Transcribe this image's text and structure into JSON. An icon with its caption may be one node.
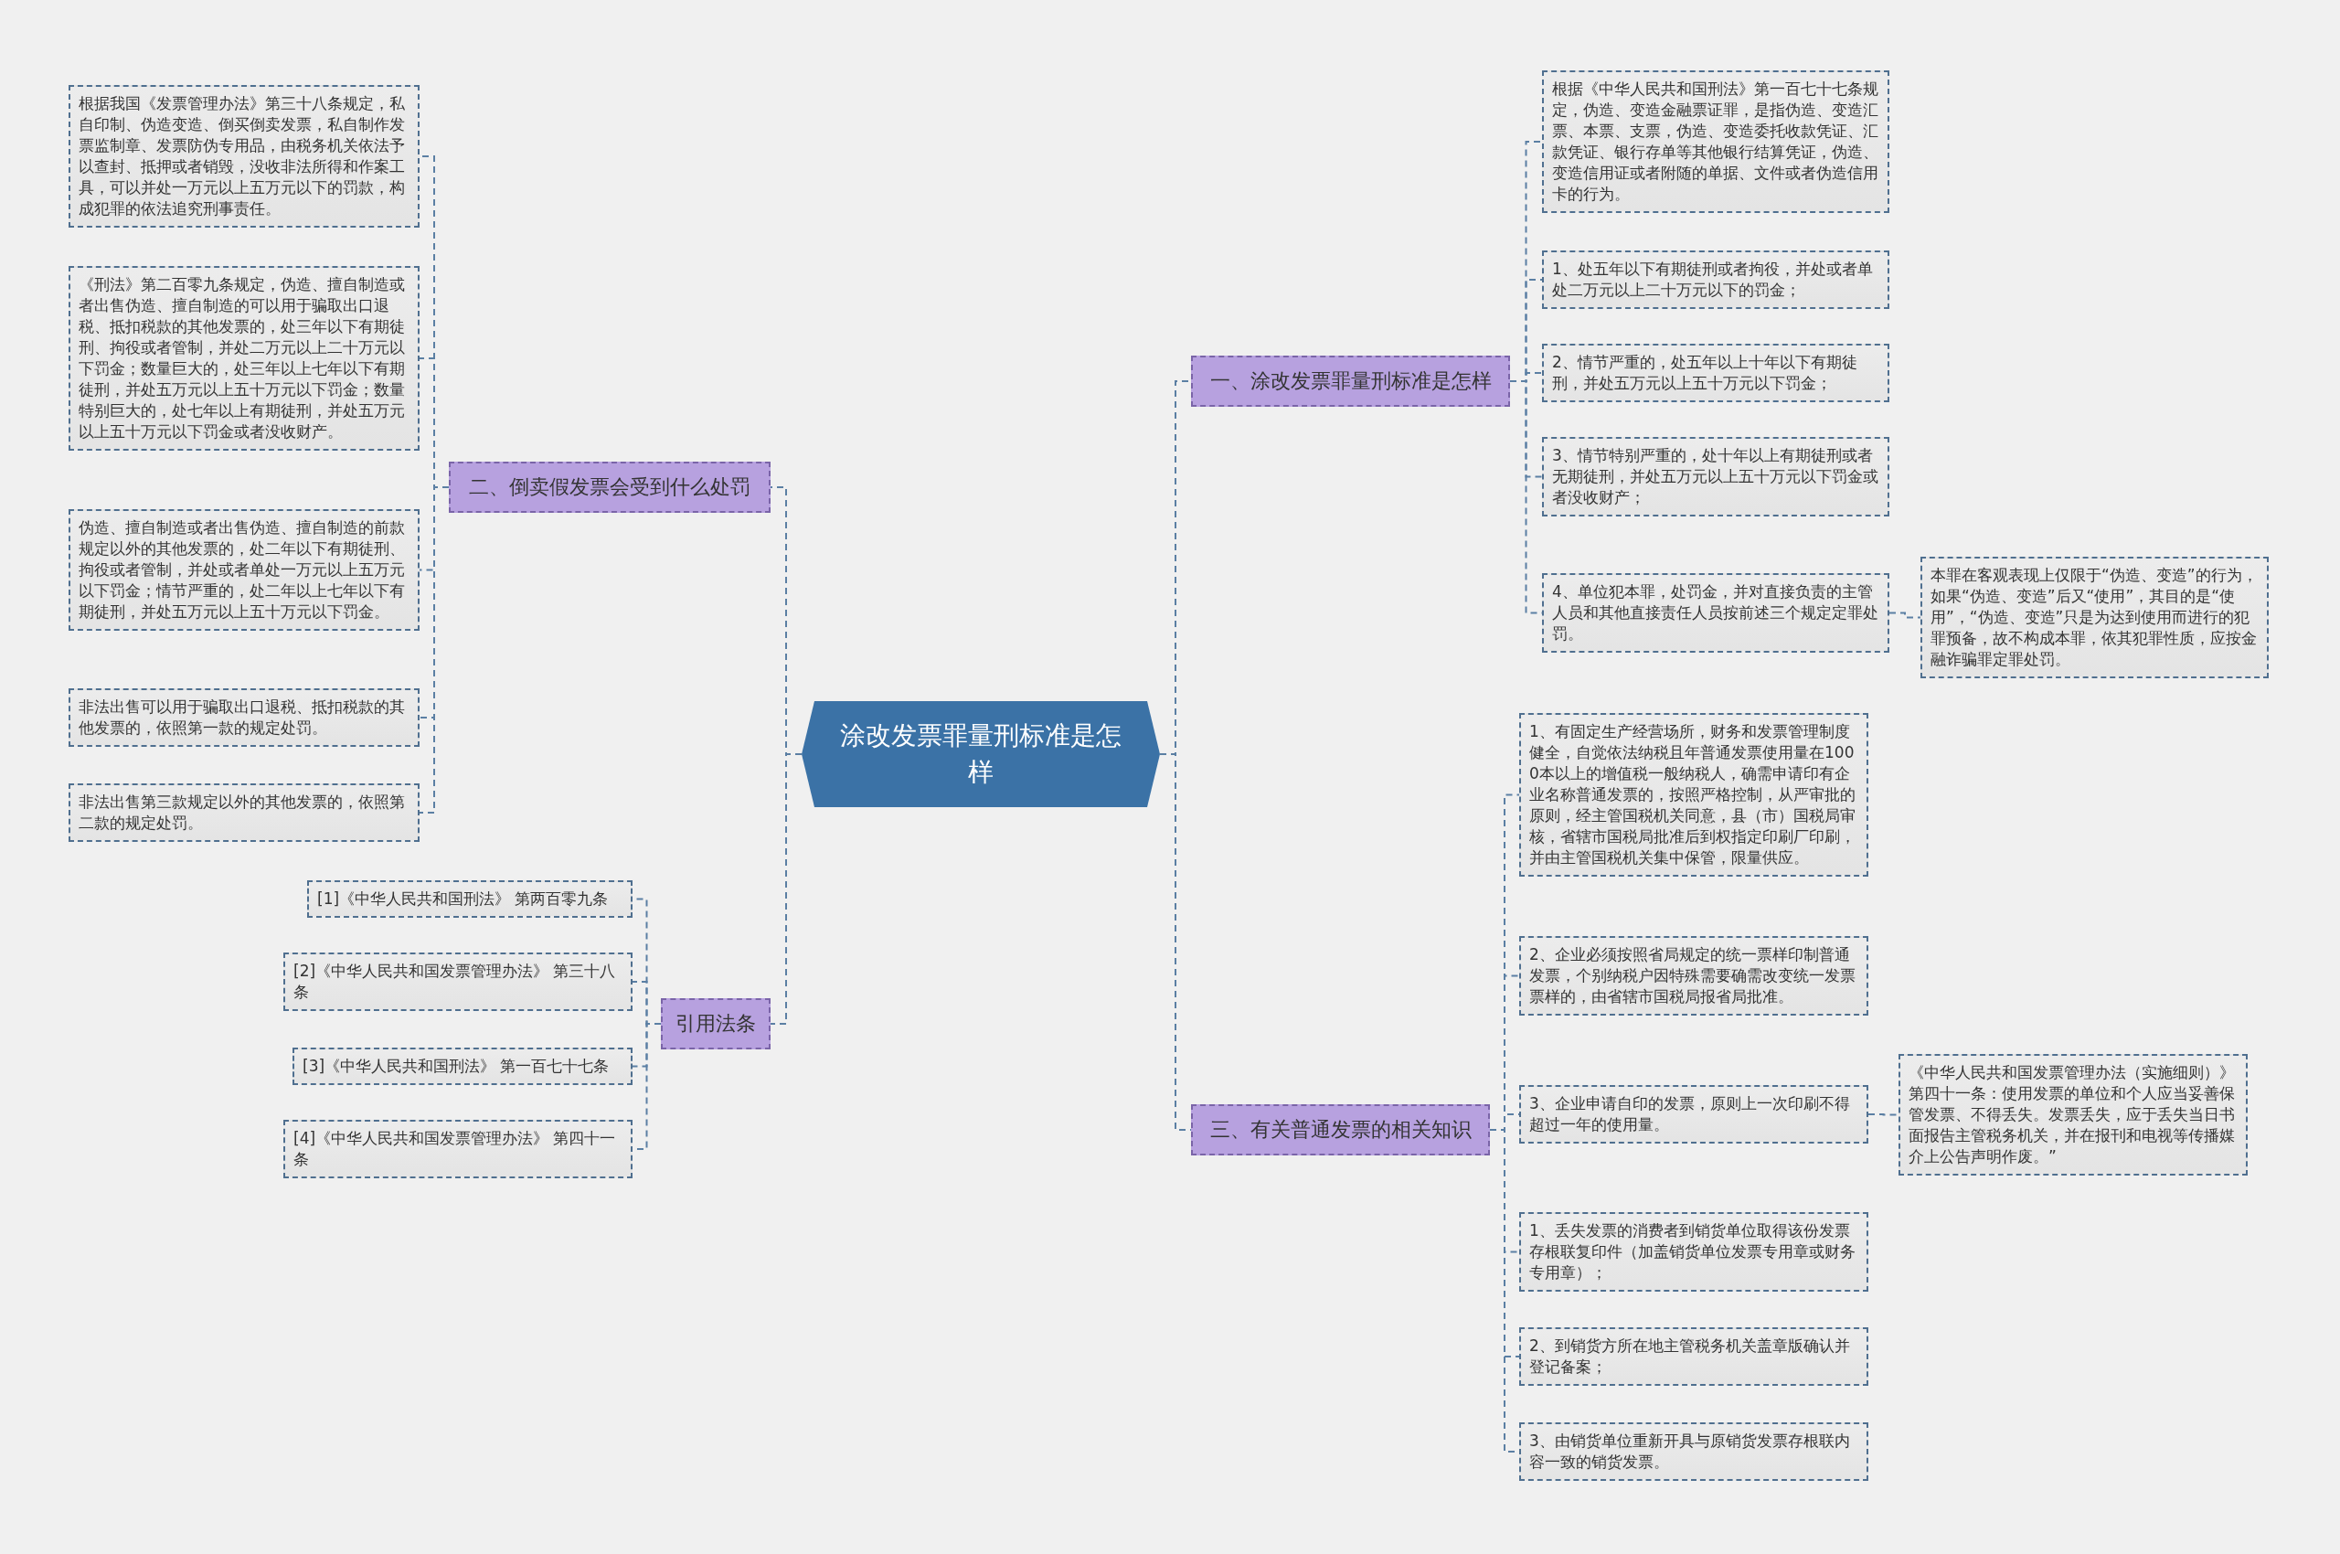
{
  "diagram": {
    "nodes": [
      {
        "text": [
          "涂改发票罪量刑标准是怎样"
        ]
      },
      {
        "text": [
          "一、涂改发票罪量刑标准是怎样"
        ]
      },
      {
        "text": [
          "根据《中华人民共和国刑法》第一百七十七条规定，伪造、变造金融票证罪，是指伪造、变造汇票、本票、支票，伪造、变造委托收款凭证、汇款凭证、银行存单等其他银行结算凭证，伪造、变造信用证或者附随的单据、文件或者伪造信用卡的行为。"
        ]
      },
      {
        "text": [
          "1、处五年以下有期徒刑或者拘役，并处或者单处二万元以上二十万元以下的罚金；"
        ]
      },
      {
        "text": [
          "2、情节严重的，处五年以上十年以下有期徒刑，并处五万元以上五十万元以下罚金；"
        ]
      },
      {
        "text": [
          "3、情节特别严重的，处十年以上有期徒刑或者无期徒刑，并处五万元以上五十万元以下罚金或者没收财产；"
        ]
      },
      {
        "text": [
          "4、单位犯本罪，处罚金，并对直接负责的主管人员和其他直接责任人员按前述三个规定定罪处罚。"
        ]
      },
      {
        "text": [
          "本罪在客观表现上仅限于“伪造、变造”的行为，如果“伪造、变造”后又“使用”，其目的是“使用”，“伪造、变造”只是为达到使用而进行的犯罪预备，故不构成本罪，依其犯罪性质，应按金融诈骗罪定罪处罚。"
        ]
      },
      {
        "text": [
          "三、有关普通发票的相关知识"
        ]
      },
      {
        "text": [
          "1、有固定生产经营场所，财务和发票管理制度健全，自觉依法纳税且年普通发票使用量在1000本以上的增值税一般纳税人，确需申请印有企业名称普通发票的，按照严格控制，从严审批的原则，经主管国税机关同意，县（市）国税局审核，省辖市国税局批准后到权指定印刷厂印刷，并由主管国税机关集中保管，限量供应。"
        ]
      },
      {
        "text": [
          "2、企业必须按照省局规定的统一票样印制普通发票，个别纳税户因特殊需要确需改变统一发票票样的，由省辖市国税局报省局批准。"
        ]
      },
      {
        "text": [
          "3、企业申请自印的发票，原则上一次印刷不得超过一年的使用量。"
        ]
      },
      {
        "text": [
          "《中华人民共和国发票管理办法（实施细则）》第四十一条：使用发票的单位和个人应当妥善保管发票、不得丢失。发票丢失，应于丢失当日书面报告主管税务机关，并在报刊和电视等传播媒介上公告声明作废。”"
        ]
      },
      {
        "text": [
          "1、丢失发票的消费者到销货单位取得该份发票存根联复印件（加盖销货单位发票专用章或财务专用章）；"
        ]
      },
      {
        "text": [
          "2、到销货方所在地主管税务机关盖章版确认并登记备案；"
        ]
      },
      {
        "text": [
          "3、由销货单位重新开具与原销货发票存根联内容一致的销货发票。"
        ]
      },
      {
        "text": [
          "二、倒卖假发票会受到什么处罚"
        ]
      },
      {
        "text": [
          "根据我国《发票管理办法》第三十八条规定，私自印制、伪造变造、倒买倒卖发票，私自制作发票监制章、发票防伪专用品，由税务机关依法予以查封、抵押或者销毁，没收非法所得和作案工具，可以并处一万元以上五万元以下的罚款，构成犯罪的依法追究刑事责任。"
        ]
      },
      {
        "text": [
          "《刑法》第二百零九条规定，伪造、擅自制造或者出售伪造、擅自制造的可以用于骗取出口退税、抵扣税款的其他发票的，处三年以下有期徒刑、拘役或者管制，并处二万元以上二十万元以下罚金；数量巨大的，处三年以上七年以下有期徒刑，并处五万元以上五十万元以下罚金；数量特别巨大的，处七年以上有期徒刑，并处五万元以上五十万元以下罚金或者没收财产。"
        ]
      },
      {
        "text": [
          "伪造、擅自制造或者出售伪造、擅自制造的前款规定以外的其他发票的，处二年以下有期徒刑、拘役或者管制，并处或者单处一万元以上五万元以下罚金；情节严重的，处二年以上七年以下有期徒刑，并处五万元以上五十万元以下罚金。"
        ]
      },
      {
        "text": [
          "非法出售可以用于骗取出口退税、抵扣税款的其他发票的，依照第一款的规定处罚。"
        ]
      },
      {
        "text": [
          "非法出售第三款规定以外的其他发票的，依照第二款的规定处罚。"
        ]
      },
      {
        "text": [
          "引用法条"
        ]
      },
      {
        "text": [
          "[1]《中华人民共和国刑法》 第两百零九条"
        ]
      },
      {
        "text": [
          "[2]《中华人民共和国发票管理办法》 第三十八条"
        ]
      },
      {
        "text": [
          "[3]《中华人民共和国刑法》 第一百七十七条"
        ]
      },
      {
        "text": [
          "[4]《中华人民共和国发票管理办法》 第四十一条"
        ]
      }
    ],
    "edges": [
      {
        "from": 0,
        "to": 1,
        "arrow": "none",
        "style": "dashed"
      },
      {
        "from": 1,
        "to": 2,
        "arrow": "none",
        "style": "dashed"
      },
      {
        "from": 1,
        "to": 3,
        "arrow": "none",
        "style": "dashed"
      },
      {
        "from": 1,
        "to": 4,
        "arrow": "none",
        "style": "dashed"
      },
      {
        "from": 1,
        "to": 5,
        "arrow": "none",
        "style": "dashed"
      },
      {
        "from": 1,
        "to": 6,
        "arrow": "none",
        "style": "dashed"
      },
      {
        "from": 6,
        "to": 7,
        "arrow": "none",
        "style": "dashed"
      },
      {
        "from": 0,
        "to": 8,
        "arrow": "none",
        "style": "dashed"
      },
      {
        "from": 8,
        "to": 9,
        "arrow": "none",
        "style": "dashed"
      },
      {
        "from": 8,
        "to": 10,
        "arrow": "none",
        "style": "dashed"
      },
      {
        "from": 8,
        "to": 11,
        "arrow": "none",
        "style": "dashed"
      },
      {
        "from": 11,
        "to": 12,
        "arrow": "none",
        "style": "dashed"
      },
      {
        "from": 8,
        "to": 13,
        "arrow": "none",
        "style": "dashed"
      },
      {
        "from": 8,
        "to": 14,
        "arrow": "none",
        "style": "dashed"
      },
      {
        "from": 8,
        "to": 15,
        "arrow": "none",
        "style": "dashed"
      },
      {
        "from": 0,
        "to": 16,
        "arrow": "none",
        "style": "dashed"
      },
      {
        "from": 16,
        "to": 17,
        "arrow": "none",
        "style": "dashed"
      },
      {
        "from": 16,
        "to": 18,
        "arrow": "none",
        "style": "dashed"
      },
      {
        "from": 16,
        "to": 19,
        "arrow": "none",
        "style": "dashed"
      },
      {
        "from": 16,
        "to": 20,
        "arrow": "none",
        "style": "dashed"
      },
      {
        "from": 16,
        "to": 21,
        "arrow": "none",
        "style": "dashed"
      },
      {
        "from": 0,
        "to": 22,
        "arrow": "none",
        "style": "dashed"
      },
      {
        "from": 22,
        "to": 23,
        "arrow": "none",
        "style": "dashed"
      },
      {
        "from": 22,
        "to": 24,
        "arrow": "none",
        "style": "dashed"
      },
      {
        "from": 22,
        "to": 25,
        "arrow": "none",
        "style": "dashed"
      },
      {
        "from": 22,
        "to": 26,
        "arrow": "none",
        "style": "dashed"
      }
    ]
  }
}
